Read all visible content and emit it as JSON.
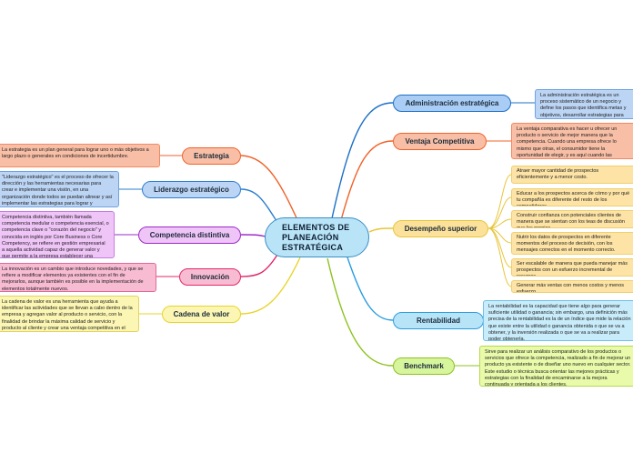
{
  "central_topic": {
    "lines": [
      "ELEMENTOS DE",
      "PLANEACIÓN",
      "ESTRATÉGICA"
    ]
  },
  "branches": {
    "estrategia": {
      "label": "Estrategia",
      "color": "#f0622a",
      "note": "La estrategia es un plan general para lograr uno o más objetivos a largo plazo o generales en condiciones de incertidumbre."
    },
    "liderazgo": {
      "label": "Liderazgo estratégico",
      "color": "#2d7fd1",
      "note": "\"Liderazgo estratégico\" es el proceso de ofrecer la dirección y las herramientas necesarias para crear e implementar una visión, en una organización donde todos se puedan alinear y así implementar las estrategias para lograr y respaldar los objetivos organizacionales."
    },
    "competencia": {
      "label": "Competencia distintiva",
      "color": "#9b2cc6",
      "note": "Competencia distintiva, también llamada competencia medular o competencia esencial, o competencia clave o \"corazón del negocio\" y conocida en inglés por Core Business o Core Competency, se refiere en gestión empresarial a aquella actividad capaz de generar valor y que permite a la empresa establecer una ventaja competitiva sostenible de la organización."
    },
    "innovacion": {
      "label": "Innovación",
      "color": "#e0286b",
      "note": "La innovación es un cambio que introduce novedades, y que se refiere a modificar elementos ya existentes con el fin de mejorarlos, aunque también es posible en la implementación de elementos totalmente nuevos."
    },
    "cadena": {
      "label": "Cadena de valor",
      "color": "#e8d42a",
      "note": "La cadena de valor es una herramienta que ayuda a identificar las actividades que se llevan a cabo dentro de la empresa y agregan valor al producto o servicio, con la finalidad de brindar la máxima calidad de servicio y producto al cliente y crear una ventaja competitiva en el mercado."
    },
    "administracion": {
      "label": "Administración estratégica",
      "color": "#1d6fc6",
      "note": "La administración estratégica es un proceso sistemático de un negocio y define los pasos que identifica metas y objetivos, desarrollar estrategias para alcanzar estos y localiza recursos para ejecutarlas."
    },
    "ventaja": {
      "label": "Ventaja Competitiva",
      "color": "#f0622a",
      "note": "La ventaja comparativa es hacer u ofrecer un producto o servicio de mejor manera que la competencia. Cuando una empresa ofrece lo mismo que otras, el consumidor tiene la oportunidad de elegir, y es aquí cuando las ventajas competitivas aparecen."
    },
    "desempeno": {
      "label": "Desempeño superior",
      "color": "#e8c53a",
      "subnotes": [
        "Atraer mayor cantidad de prospectos eficientemente y a menor costo.",
        "Educar a los prospectos acerca de cómo y por qué tu compañía es diferente del resto de los competidores.",
        "Construir confianza con potenciales clientes de manera que se sientan con los teas de discusión que los propios.",
        "Nutrir los datos de prospectos en diferente momentos del proceso de decisión, con los mensajes correctos en el momento correcto.",
        "Ser escalable de manera que pueda manejar más prospectos con un esfuerzo incremental de recursos.",
        "Generar más ventas con menos costos y menos esfuerzo."
      ]
    },
    "rentabilidad": {
      "label": "Rentabilidad",
      "color": "#2a9de0",
      "note": "La rentabilidad es la capacidad que tiene algo para generar suficiente utilidad o ganancia; sin embargo, una definición más precisa de la rentabilidad es la de un índice que mide la relación que existe entre la utilidad o ganancia obtenida o que se va a obtener, y la inversión realizada o que se va a realizar para poder obtenerla."
    },
    "benchmark": {
      "label": "Benchmark",
      "color": "#8cc21f",
      "note": "Sirve para realizar un análisis comparativo de los productos o servicios que ofrece la competencia, realizado a fin de mejorar un producto ya existente o de diseñar uno nuevo en cualquier sector. Este estudio o técnica busca orientar las mejores prácticas y estrategias con la finalidad de encaminarse a la mejora continuada y orientada a los clientes."
    }
  }
}
